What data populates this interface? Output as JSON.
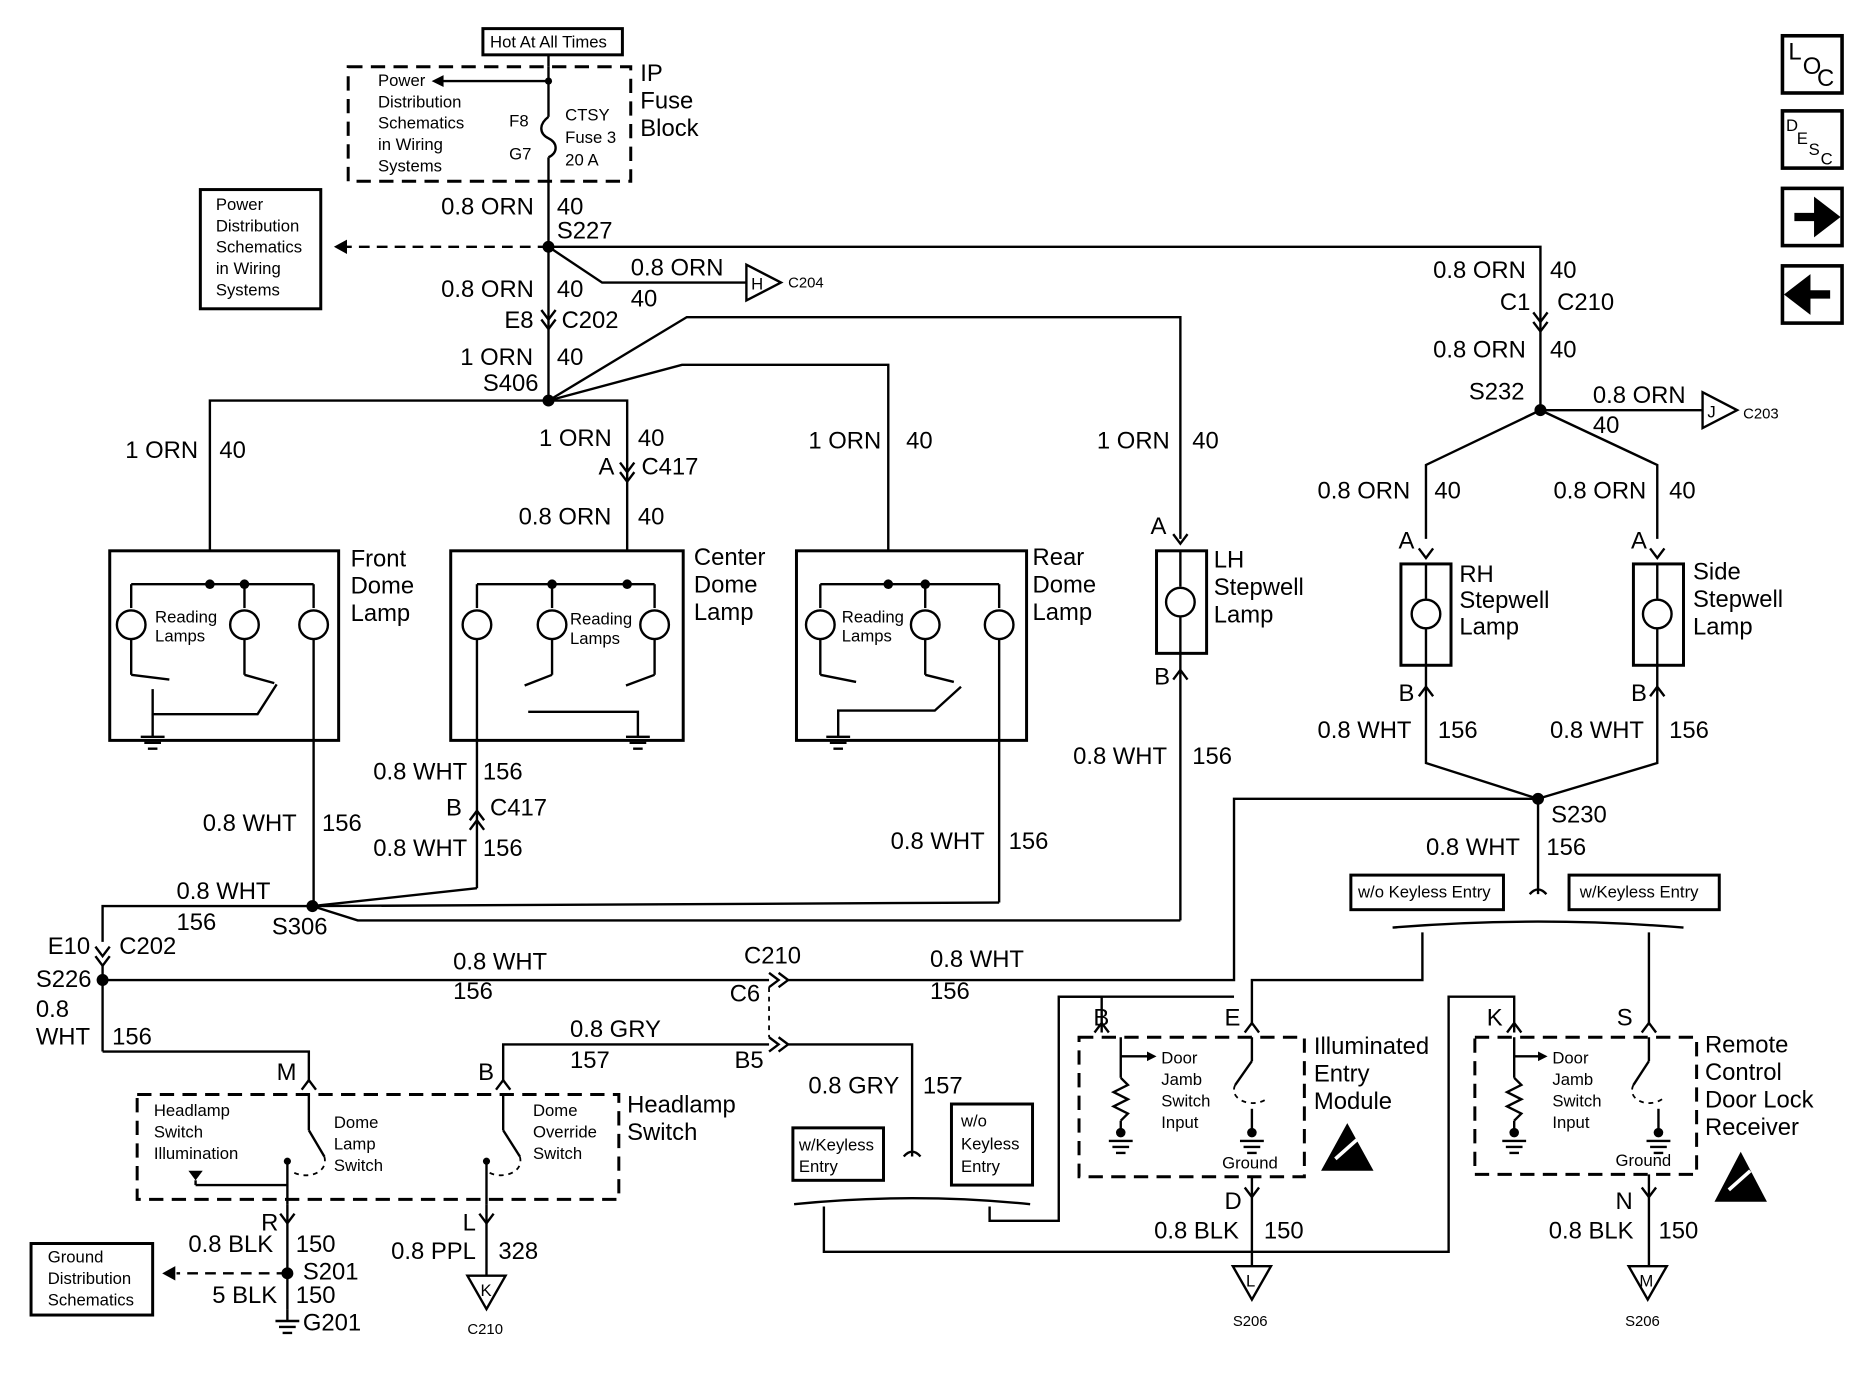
{
  "nav": {
    "loc": "LOC",
    "desc": "DESC",
    "next_icon": "arrow-right-icon",
    "prev_icon": "arrow-left-icon"
  },
  "top": {
    "hot": "Hot At All Times",
    "ip_fuse_block": [
      "IP",
      "Fuse",
      "Block"
    ],
    "pd_text": [
      "Power",
      "Distribution",
      "Schematics",
      "in Wiring",
      "Systems"
    ],
    "ctsy_fuse": [
      "CTSY",
      "Fuse 3",
      "20 A"
    ],
    "f8": "F8",
    "g7": "G7"
  },
  "left_pd_box": [
    "Power",
    "Distribution",
    "Schematics",
    "in Wiring",
    "Systems"
  ],
  "wires": {
    "orn08": "0.8 ORN",
    "orn1": "1 ORN",
    "wht08": "0.8 WHT",
    "gry08": "0.8 GRY",
    "ppl08": "0.8 PPL",
    "blk08": "0.8 BLK",
    "blk5": "5 BLK",
    "c40": "40",
    "c156": "156",
    "c157": "157",
    "c328": "328",
    "c150": "150",
    "wht08_l1": "0.8",
    "wht08_l2": "WHT"
  },
  "connectors": {
    "s227": "S227",
    "e8": "E8",
    "c202": "C202",
    "s406": "S406",
    "a": "A",
    "c417": "C417",
    "b": "B",
    "s306": "S306",
    "e10": "E10",
    "s226": "S226",
    "c210": "C210",
    "c6": "C6",
    "b5": "B5",
    "m": "M",
    "r": "R",
    "l": "L",
    "s201": "S201",
    "g201": "G201",
    "c1": "C1",
    "s232": "S232",
    "s230": "S230",
    "d": "D",
    "e": "E",
    "k": "K",
    "s": "S",
    "n": "N",
    "s206": "S206",
    "c204": "C204",
    "c203": "C203",
    "h": "H",
    "j": "J",
    "flag_k": "K",
    "flag_l": "L",
    "flag_m": "M"
  },
  "components": {
    "front_dome": [
      "Front",
      "Dome",
      "Lamp"
    ],
    "center_dome": [
      "Center",
      "Dome",
      "Lamp"
    ],
    "rear_dome": [
      "Rear",
      "Dome",
      "Lamp"
    ],
    "reading_lamps": [
      "Reading",
      "Lamps"
    ],
    "lh_stepwell": [
      "LH",
      "Stepwell",
      "Lamp"
    ],
    "rh_stepwell": [
      "RH",
      "Stepwell",
      "Lamp"
    ],
    "side_stepwell": [
      "Side",
      "Stepwell",
      "Lamp"
    ],
    "headlamp_switch": [
      "Headlamp",
      "Switch"
    ],
    "hs_illum": [
      "Headlamp",
      "Switch",
      "Illumination"
    ],
    "dome_lamp_sw": [
      "Dome",
      "Lamp",
      "Switch"
    ],
    "dome_override": [
      "Dome",
      "Override",
      "Switch"
    ],
    "illum_entry": [
      "Illuminated",
      "Entry",
      "Module"
    ],
    "remote_control": [
      "Remote",
      "Control",
      "Door Lock",
      "Receiver"
    ],
    "door_jamb": [
      "Door",
      "Jamb",
      "Switch",
      "Input"
    ],
    "ground": "Ground",
    "wo_keyless": "w/o Keyless Entry",
    "w_keyless": "w/Keyless Entry",
    "w_keyless_2": [
      "w/Keyless",
      "Entry"
    ],
    "wo_keyless_2": [
      "w/o",
      "Keyless",
      "Entry"
    ],
    "ground_dist": [
      "Ground",
      "Distribution",
      "Schematics"
    ]
  }
}
